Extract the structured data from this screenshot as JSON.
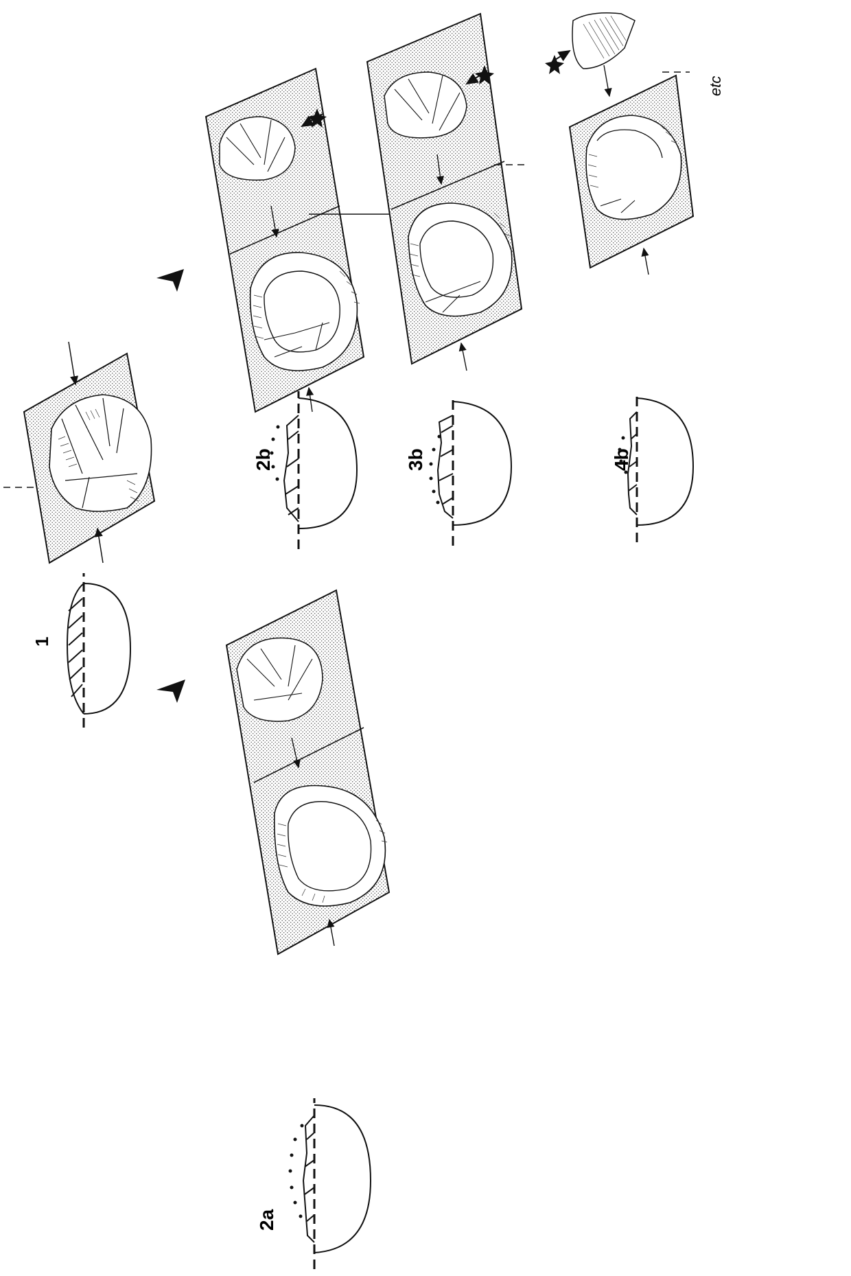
{
  "figure": {
    "labels": {
      "step1": "1",
      "step2a": "2a",
      "step2b": "2b",
      "step3b": "3b",
      "step4b": "4b",
      "etc": "etc"
    },
    "colors": {
      "ink": "#111111",
      "paper": "#ffffff",
      "stipple": "#555555"
    },
    "icons": {
      "direction": "arrowhead-icon",
      "percussion": "impact-star-icon"
    }
  }
}
